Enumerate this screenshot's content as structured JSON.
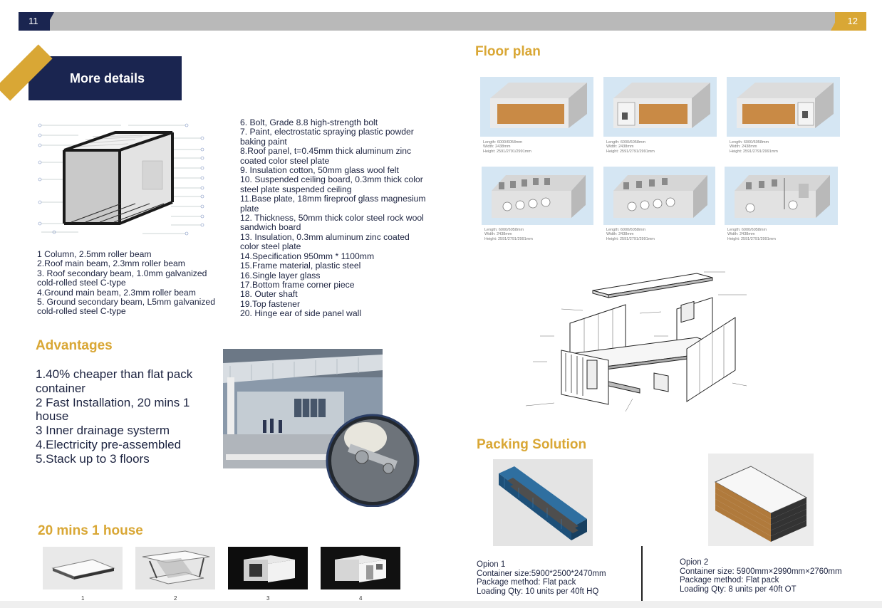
{
  "header": {
    "page_left": "11",
    "page_right": "12"
  },
  "more_details": {
    "title": "More details"
  },
  "components_left": [
    "1 Column, 2.5mm roller beam",
    "2.Roof main beam, 2.3mm roller beam",
    "3. Roof secondary beam, 1.0mm galvanized\ncold-rolled steel C-type",
    "4.Ground main beam, 2.3mm roller beam",
    "5. Ground secondary beam, L5mm galvanized\ncold-rolled steel C-type"
  ],
  "components_right": [
    "6. Bolt, Grade 8.8 high-strength bolt",
    "7. Paint, electrostatic spraying plastic powder\nbaking paint",
    "8.Roof panel, t=0.45mm thick aluminum zinc\ncoated color steel plate",
    "9. Insulation cotton, 50mm glass wool felt",
    "10. Suspended ceiling board, 0.3mm thick color\nsteel plate suspended ceiling",
    "11.Base plate, 18mm fireproof glass magnesium\nplate",
    "12. Thickness, 50mm thick color steel rock wool\nsandwich board",
    "13. Insulation, 0.3mm aluminum zinc coated\ncolor steel plate",
    "14.Specification 950mm * 1100mm",
    "15.Frame material, plastic steel",
    "16.Single layer glass",
    "17.Bottom frame corner piece",
    "18. Outer shaft",
    "19.Top fastener",
    "20. Hinge ear of side panel wall"
  ],
  "advantages": {
    "title": "Advantages",
    "items": [
      "1.40% cheaper than flat pack\ncontainer",
      "2 Fast Installation, 20 mins 1\nhouse",
      "3 Inner drainage systerm",
      "4.Electricity pre-assembled",
      "5.Stack up to 3 floors"
    ]
  },
  "twenty_mins": {
    "title": "20 mins 1 house",
    "steps": [
      "1",
      "2",
      "3",
      "4"
    ]
  },
  "floor_plan": {
    "title": "Floor plan",
    "caption": "Length: 6000/6058mm\nWidth: 2438mm\nHeight: 2591/2791/2991mm"
  },
  "packing": {
    "title": "Packing Solution",
    "option1": [
      "Opion 1",
      "Container size:5900*2500*2470mm",
      "Package method: Flat pack",
      "Loading Qty: 10 units per 40ft HQ"
    ],
    "option2": [
      "Opion 2",
      "Container size: 5900mm×2990mm×2760mm",
      "Package method: Flat pack",
      "Loading Qty: 8 units per 40ft OT"
    ]
  },
  "colors": {
    "navy": "#1a2550",
    "gold": "#d9a735",
    "gray_band": "#b9b9b9"
  }
}
